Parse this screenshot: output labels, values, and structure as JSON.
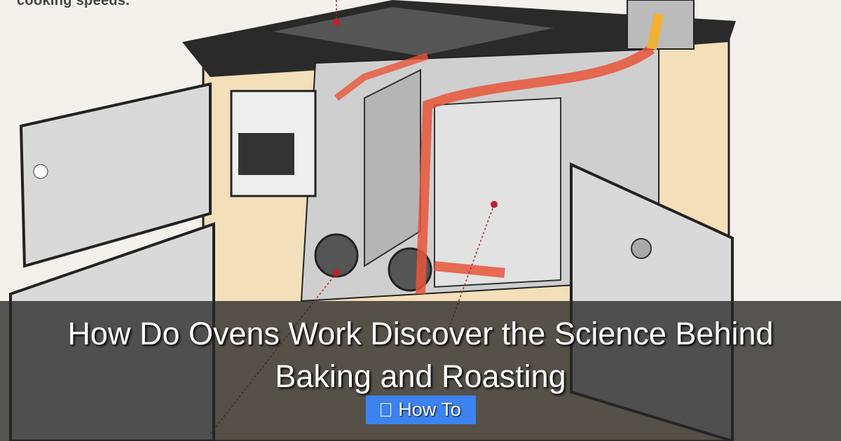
{
  "image": {
    "caption_fragment": "cooking speeds."
  },
  "overlay": {
    "title": "How Do Ovens Work Discover the Science Behind Baking and Roasting",
    "category_badge": {
      "icon": "folder-icon",
      "label": "How To",
      "color": "#3c83f0"
    }
  }
}
